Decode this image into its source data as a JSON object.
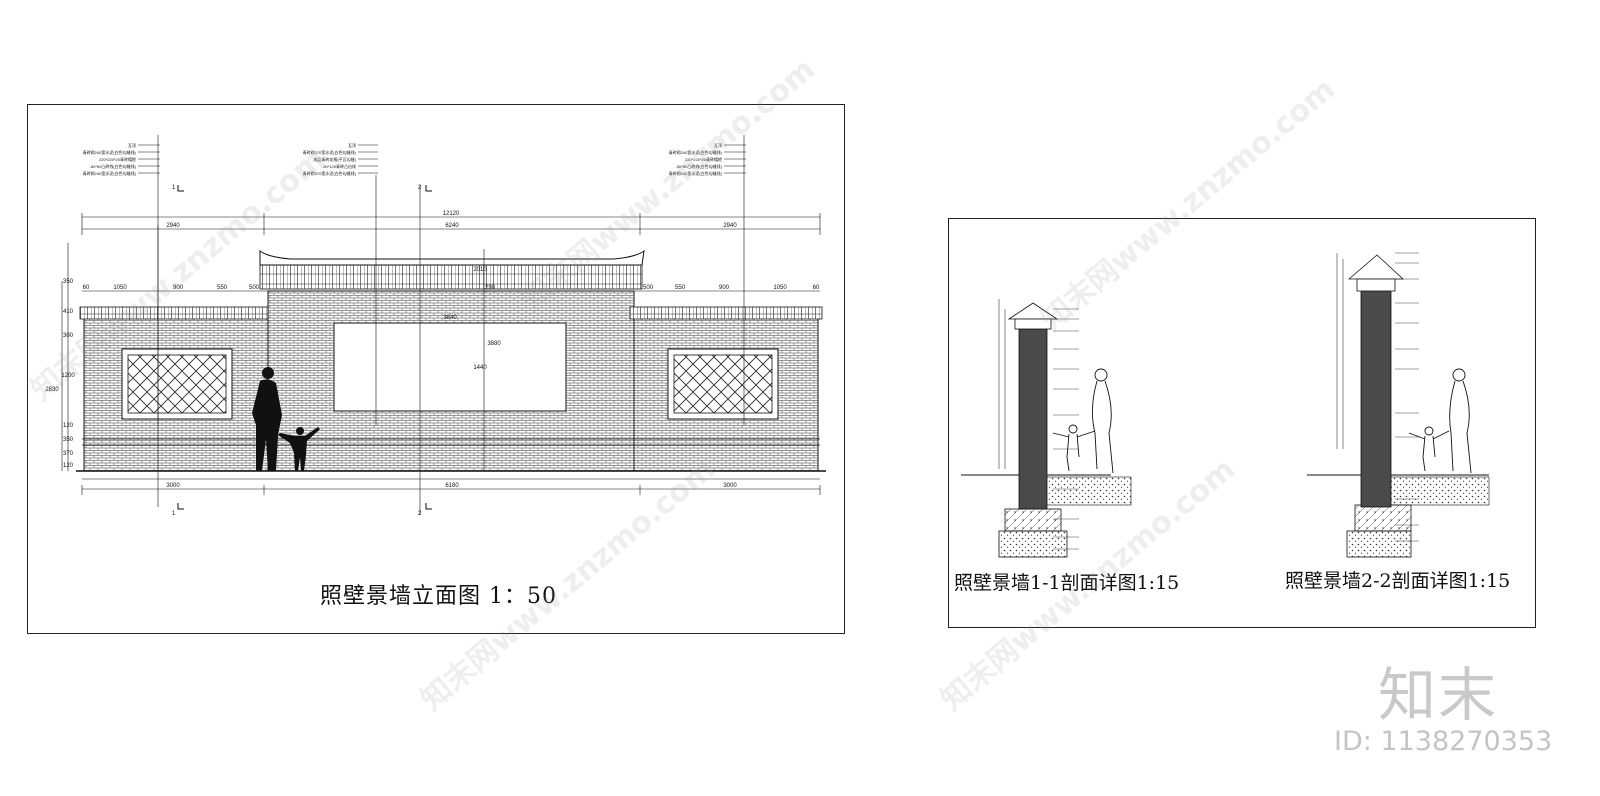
{
  "captions": {
    "elevation": "照壁景墙立面图 1：50",
    "section_1_1": "照壁景墙1-1剖面详图1:15",
    "section_2_2": "照壁景墙2-2剖面详图1:15"
  },
  "brand": {
    "logo_text": "知末",
    "id_label": "ID: 1138270353",
    "watermark_text": "知末网www.znzmo.com"
  },
  "elevation": {
    "overall_width": "12120",
    "top_dims": [
      "2940",
      "6240",
      "2940"
    ],
    "left_wing_dims": [
      "60",
      "1050",
      "900",
      "550",
      "500"
    ],
    "right_wing_dims": [
      "500",
      "550",
      "900",
      "1050",
      "60"
    ],
    "bottom_dims": [
      "3000",
      "6180",
      "3000"
    ],
    "window_width": "3840",
    "window_height": "1440",
    "center_height": "3880",
    "center_top": "2010",
    "center_inner": "290",
    "left_height_total": "2830",
    "left_height_parts": [
      "350",
      "410",
      "300",
      "1200",
      "120",
      "350",
      "370",
      "120"
    ],
    "section_marks": [
      "1",
      "2"
    ],
    "annotations_left": [
      "瓦顶",
      "青砖砌240宽水泥(白色勾缝线)",
      "220*220*20青砖帽檐",
      "-50*50凸砖线(白色勾缝线)",
      "青砖砌240宽水泥(白色勾缝线)"
    ],
    "annotations_center": [
      "瓦顶",
      "青砖砌370宽水泥(白色勾缝线)",
      "成品青砖花格(平瓦勾缝)",
      "-50*120青砖凸出线",
      "青砖砌370宽水泥(白色勾缝线)"
    ],
    "annotations_right": [
      "瓦顶",
      "青砖砌240宽水泥(白色勾缝线)",
      "220*220*20青砖帽檐",
      "-50*50凸砖线(白色勾缝线)",
      "青砖砌240宽水泥(白色勾缝线)"
    ]
  },
  "colors": {
    "line": "#111111",
    "hatch": "#555555",
    "column": "#444444",
    "watermark": "#c9c9c9"
  }
}
